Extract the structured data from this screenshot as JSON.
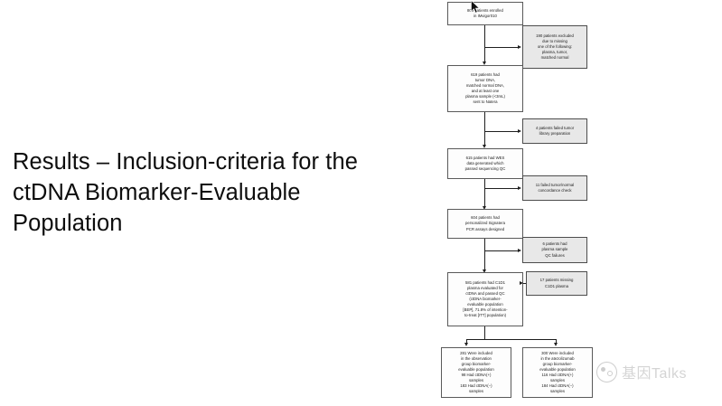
{
  "slide": {
    "title": "Results – Inclusion-criteria for the ctDNA Biomarker-Evaluable Population"
  },
  "flowchart": {
    "nodes": [
      {
        "id": "enrolled",
        "text": "809 patients enrolled\nin IMvigor010",
        "style": "plain"
      },
      {
        "id": "excluded-missing",
        "text": "190 patients excluded\ndue to missing\none of the following:\nplasma, tumor,\nmatched normal",
        "style": "shaded"
      },
      {
        "id": "tumor-dna",
        "text": "619 patients had\ntumor DNA,\nmatched normal DNA,\nand at least one\nplasma sample (<3mL)\nsent to Natera",
        "style": "plain"
      },
      {
        "id": "failed-library",
        "text": "4 patients failed tumor\nlibrary preparation",
        "style": "shaded"
      },
      {
        "id": "wes-data",
        "text": "615 patients had WES\ndata generated which\npassed sequencing QC",
        "style": "plain"
      },
      {
        "id": "failed-concordance",
        "text": "11 failed tumor/normal\nconcordance check",
        "style": "shaded"
      },
      {
        "id": "signatera-assays",
        "text": "604 patients had\npersonalized Signatera\nPCR assays designed",
        "style": "plain"
      },
      {
        "id": "plasma-qc-failures",
        "text": "6 patients had\nplasma sample\nQC failures",
        "style": "shaded"
      },
      {
        "id": "bep",
        "text": "581 patients had C1D1\nplasma evaluated for\nctDNA and passed QC\n(ctDNA biomarker-\nevaluable population\n[BEP], 71.8% of intention-\nto-treat [ITT] population)",
        "style": "plain"
      },
      {
        "id": "missing-c1d1",
        "text": "17 patients missing\nC1D1 plasma",
        "style": "shaded"
      },
      {
        "id": "observation-group",
        "text": "281 Were included\nin the observation\ngroup biomarker-\nevaluable population\n98 Had ctDNA(+)\nsamples\n183 Had ctDNA(−)\nsamples",
        "style": "plain"
      },
      {
        "id": "atezolizumab-group",
        "text": "300 Were included\nin the atezolizumab\ngroup biomarker-\nevaluable population\n116 Had ctDNA(+)\nsamples\n184 Had ctDNA(−)\nsamples",
        "style": "plain"
      }
    ]
  },
  "watermark": {
    "text": "基因Talks",
    "logo_icon": "panda-circle-icon"
  },
  "cursor": {
    "icon": "mouse-pointer-icon"
  },
  "colors": {
    "background": "#ffffff",
    "title_text": "#0d0d0d",
    "node_border": "#5a5a5a",
    "node_shaded_fill": "#e8e8e8",
    "connector": "#1f1f1f",
    "watermark_text": "#9a9a9a"
  }
}
